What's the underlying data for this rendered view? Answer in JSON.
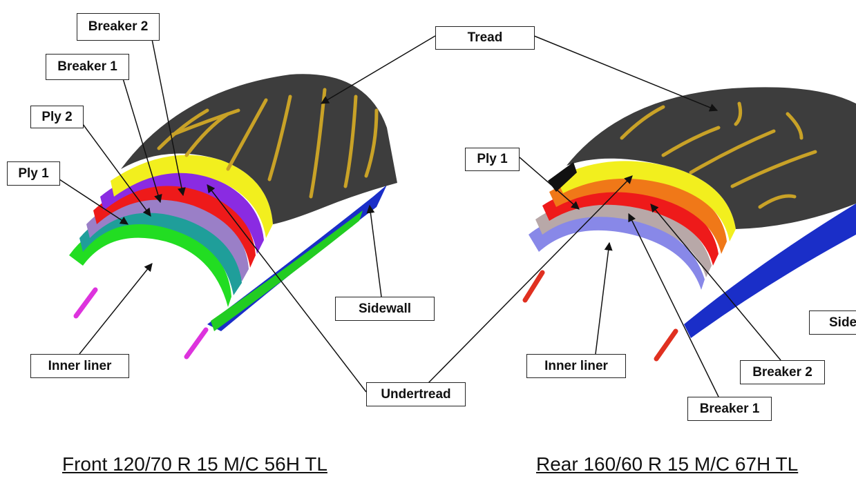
{
  "labels": {
    "front_breaker2": "Breaker 2",
    "front_breaker1": "Breaker 1",
    "front_ply2": "Ply 2",
    "front_ply1": "Ply 1",
    "front_inner_liner": "Inner liner",
    "front_sidewall": "Sidewall",
    "tread": "Tread",
    "undertread": "Undertread",
    "rear_ply1": "Ply 1",
    "rear_inner_liner": "Inner liner",
    "rear_breaker2": "Breaker 2",
    "rear_breaker1": "Breaker 1",
    "rear_sidewall": "Side"
  },
  "captions": {
    "front": "Front 120/70 R 15 M/C 56H TL",
    "rear": "Rear 160/60 R 15 M/C 67H TL"
  },
  "colors": {
    "tread": "#3d3d3d",
    "tread_groove": "#c9a227",
    "undertread": "#f2ef1e",
    "breaker2_front": "#8a2be2",
    "breaker1": "#ee1a1a",
    "breaker2_rear": "#f07818",
    "ply2_front": "#9a7fc7",
    "ply1_front": "#1f9e9a",
    "ply_rear": "#b8a8a8",
    "inner_liner_front": "#22dd22",
    "inner_liner_rear": "#8888e8",
    "sidewall": "#1a2ec8",
    "bead_front": "#dd33dd",
    "bead_rear": "#e03020"
  }
}
